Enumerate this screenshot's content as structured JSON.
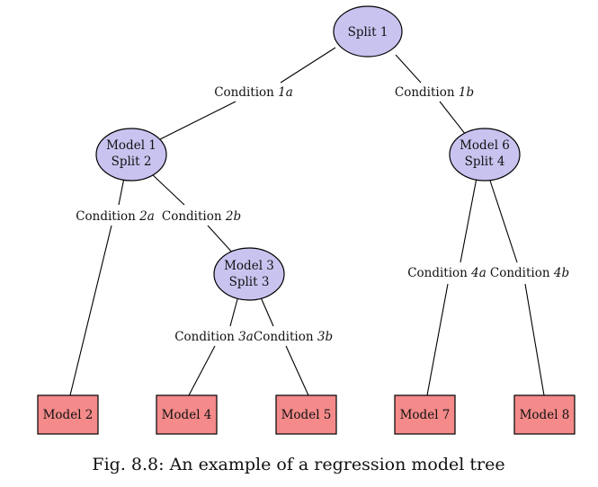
{
  "colors": {
    "split_node": "#c8c3ef",
    "leaf_node": "#f48a8a"
  },
  "nodes": {
    "split1": {
      "lines": [
        "Split 1"
      ]
    },
    "model1": {
      "lines": [
        "Model 1",
        "Split 2"
      ]
    },
    "model6": {
      "lines": [
        "Model 6",
        "Split 4"
      ]
    },
    "model3": {
      "lines": [
        "Model 3",
        "Split 3"
      ]
    },
    "model2": {
      "lines": [
        "Model 2"
      ]
    },
    "model4": {
      "lines": [
        "Model 4"
      ]
    },
    "model5": {
      "lines": [
        "Model 5"
      ]
    },
    "model7": {
      "lines": [
        "Model 7"
      ]
    },
    "model8": {
      "lines": [
        "Model 8"
      ]
    }
  },
  "conditions": {
    "c1a": {
      "text": "Condition ",
      "var": "1a"
    },
    "c1b": {
      "text": "Condition ",
      "var": "1b"
    },
    "c2a": {
      "text": "Condition ",
      "var": "2a"
    },
    "c2b": {
      "text": "Condition ",
      "var": "2b"
    },
    "c3a": {
      "text": "Condition ",
      "var": "3a"
    },
    "c3b": {
      "text": "Condition ",
      "var": "3b"
    },
    "c4a": {
      "text": "Condition ",
      "var": "4a"
    },
    "c4b": {
      "text": "Condition ",
      "var": "4b"
    }
  },
  "caption": "Fig. 8.8: An example of a regression model tree"
}
